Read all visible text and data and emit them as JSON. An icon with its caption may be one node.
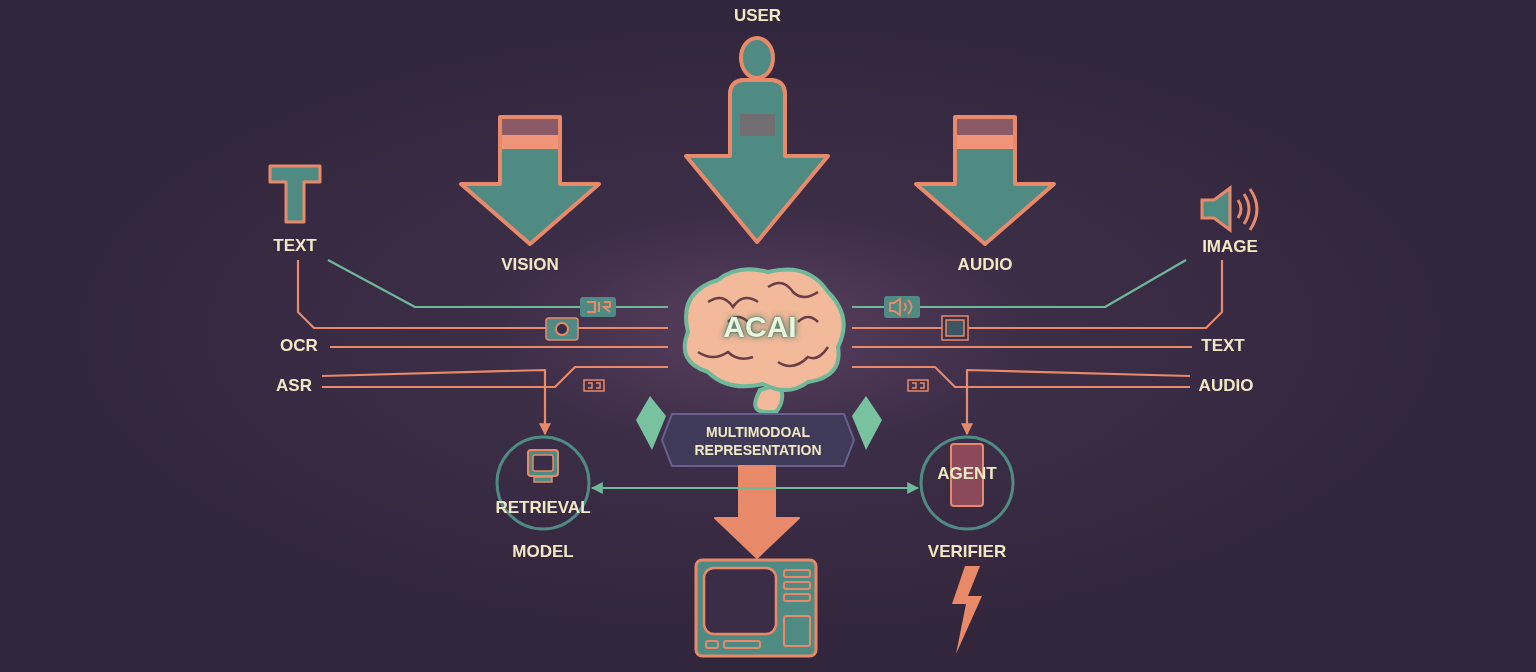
{
  "diagram": {
    "nodes": [
      {
        "text": [
          "USER"
        ]
      },
      {
        "text": [
          "VISION"
        ]
      },
      {
        "text": [
          "AUDIO"
        ]
      },
      {
        "text": [
          "ACAI"
        ]
      },
      {
        "text": [
          "TEXT"
        ]
      },
      {
        "text": [
          "IMAGE"
        ]
      },
      {
        "text": [
          "OCR"
        ]
      },
      {
        "text": [
          "ASR"
        ]
      },
      {
        "text": [
          "TEXT"
        ]
      },
      {
        "text": [
          "AUDIO"
        ]
      },
      {
        "text": [
          "MULTIMODOAL REPRESENTATION"
        ]
      },
      {
        "text": [
          "RETRIEVAL"
        ],
        "beside": [
          "MODEL"
        ]
      },
      {
        "text": [
          "AGENT"
        ],
        "beside": [
          "VERIFIER"
        ]
      },
      {
        "text": [],
        "shape": "picture"
      }
    ],
    "edges": [
      {
        "from": 4,
        "to": 3,
        "arrow": "none",
        "color": "#6fb89a"
      },
      {
        "from": 4,
        "to": 3,
        "arrow": "none"
      },
      {
        "from": 6,
        "to": 3,
        "arrow": "none"
      },
      {
        "from": 7,
        "to": 11,
        "arrow": "to"
      },
      {
        "from": 7,
        "to": 3,
        "arrow": "none"
      },
      {
        "from": 5,
        "to": 3,
        "arrow": "none",
        "color": "#6fb89a"
      },
      {
        "from": 5,
        "to": 3,
        "arrow": "none"
      },
      {
        "from": 8,
        "to": 3,
        "arrow": "none"
      },
      {
        "from": 9,
        "to": 12,
        "arrow": "to"
      },
      {
        "from": 9,
        "to": 3,
        "arrow": "none"
      },
      {
        "from": 10,
        "to": 13,
        "arrow": "to",
        "style": "thick",
        "color": "#e8896a"
      },
      {
        "from": 11,
        "to": 12,
        "arrow": "both",
        "color": "#6fb89a"
      }
    ]
  }
}
